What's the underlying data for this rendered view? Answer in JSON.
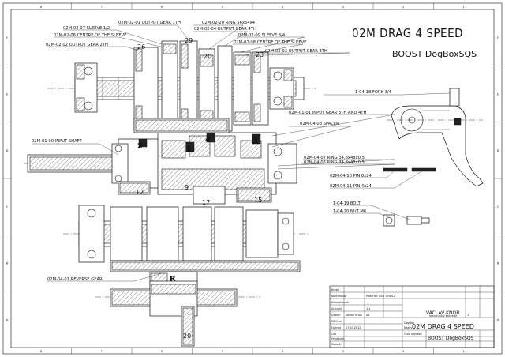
{
  "title_main": "02M DRAG 4 SPEED",
  "title_sub": "BOOST DogBoxSQS",
  "callouts_top": [
    {
      "id": "c_01",
      "text": "02M-02-01 OUTPUT GEAR 1TH"
    },
    {
      "id": "c_07",
      "text": "02M-02-07 SLEEVE 1/2"
    },
    {
      "id": "c_06",
      "text": "02M-02-06 CENTRE OF THE SLEEVE"
    },
    {
      "id": "c_02",
      "text": "02M-02-02 OUTPUT GEAR 2TH"
    },
    {
      "id": "c_20",
      "text": "02M-02-20 RING 56x64x4"
    },
    {
      "id": "c_04",
      "text": "02M-02-04 OUTPUT GEAR 4TH"
    },
    {
      "id": "c_09",
      "text": "02M-02-09 SLEEVE 3/4"
    },
    {
      "id": "c_08",
      "text": "02M-02-08 CENTRE OF THE SLEEVE"
    },
    {
      "id": "c_03",
      "text": "02M-02-03 OUTPUT GEAR 3TH"
    }
  ],
  "callouts_side": [
    {
      "id": "fork",
      "text": "1-04-18 FORK 3/4"
    },
    {
      "id": "input_gear",
      "text": "02M-01-01 INPUT GEAR 3TH AND 4TH"
    },
    {
      "id": "spacer",
      "text": "02M-04-03 SPACER"
    },
    {
      "id": "input_shaft",
      "text": "02M-01-00 INPUT SHAFT"
    },
    {
      "id": "ring07",
      "text": "02M-04-07 RING 34,8x48x0,5"
    },
    {
      "id": "ring06",
      "text": "02M-04-06 RING 34,8x48x0,5"
    },
    {
      "id": "pin10",
      "text": "02M-04-10 PIN 8x24"
    },
    {
      "id": "pin11",
      "text": "02M-04-11 PIN 4x24"
    },
    {
      "id": "bolt",
      "text": "1-04-19 BOLT"
    },
    {
      "id": "nut",
      "text": "1-04-20 NUT M6"
    },
    {
      "id": "reverse",
      "text": "02M-04-01 REVERSE GEAR"
    }
  ],
  "part_numbers": {
    "n26": "26",
    "n29": "29",
    "n20a": "20",
    "n23": "23",
    "n12": "12",
    "n9": "9",
    "n17": "17",
    "n15": "15",
    "n20b": "20"
  },
  "gear_marks": {
    "g1": "1",
    "g2": "2",
    "g3": "3",
    "g4": "4",
    "gR": "R"
  },
  "border_numbers_top": [
    "1",
    "2",
    "3",
    "4",
    "5",
    "6",
    "7",
    "8"
  ],
  "border_letters_side": [
    "A",
    "B",
    "C",
    "D",
    "E",
    "F"
  ],
  "title_block": {
    "company": "VÁCLAV KNOB",
    "company_sub": "konstrukční kancelář",
    "drawing_name": "02M DRAG 4 SPEED",
    "drawing_sub": "BOOST DogBoxSQS",
    "material": "Materiál: ČSN 17Ni4-a",
    "drawn_by": "Václav Knob",
    "date": "17.10.2012",
    "scale": "1:1",
    "format": "A1",
    "sheet": "1",
    "cat": "DogBox",
    "labels": [
      "Kreslil",
      "Kontroloval",
      "Normalizoval",
      "Schválil",
      "Datum",
      "Měřítko",
      "Formát",
      "List",
      "Hmotnost",
      "Rozměr",
      "Číslo výkresu",
      "Název"
    ]
  }
}
